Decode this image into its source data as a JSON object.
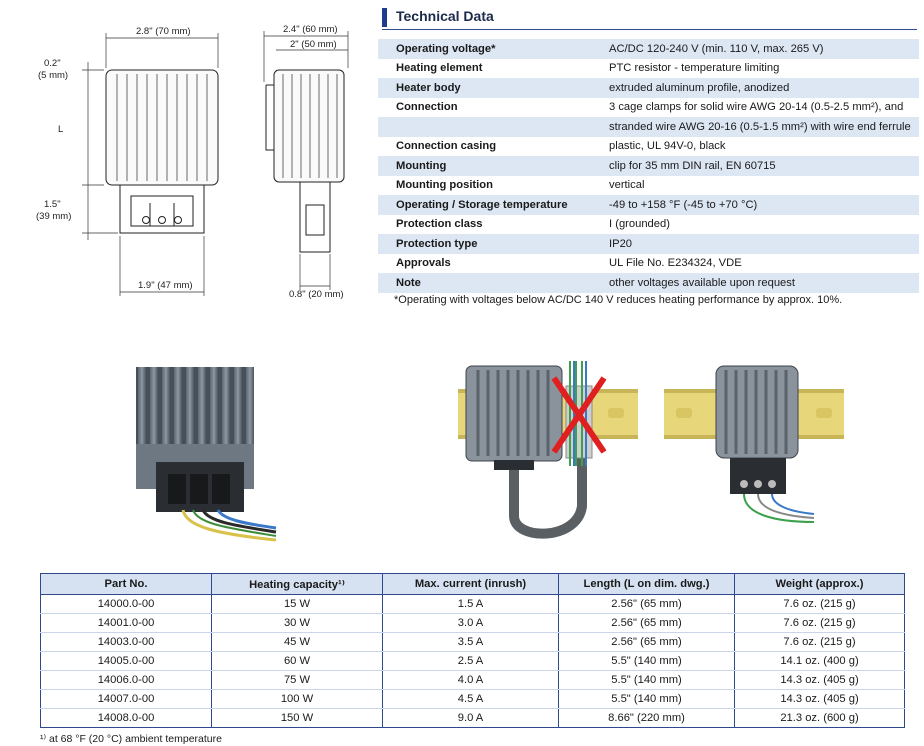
{
  "drawing": {
    "width_top": "2.8\" (70 mm)",
    "side_top": "2.4\" (60 mm)",
    "side_inner": "2\" (50 mm)",
    "offset_top_a": "0.2\"",
    "offset_top_b": "(5 mm)",
    "length_label": "L",
    "offset_bottom_a": "1.5\"",
    "offset_bottom_b": "(39 mm)",
    "width_bottom": "1.9\" (47 mm)",
    "side_bottom": "0.8\" (20 mm)"
  },
  "technical": {
    "title": "Technical Data",
    "rows": [
      {
        "label": "Operating voltage*",
        "value": "AC/DC 120-240 V (min. 110 V, max. 265 V)"
      },
      {
        "label": "Heating element",
        "value": "PTC resistor - temperature limiting"
      },
      {
        "label": "Heater body",
        "value": "extruded aluminum profile, anodized"
      },
      {
        "label": "Connection",
        "value": "3 cage clamps for solid wire AWG 20-14 (0.5-2.5 mm²), and"
      },
      {
        "label": "",
        "value": "stranded wire AWG 20-16 (0.5-1.5 mm²) with wire end ferrule"
      },
      {
        "label": "Connection casing",
        "value": "plastic, UL 94V-0, black"
      },
      {
        "label": "Mounting",
        "value": "clip for 35 mm DIN rail, EN 60715"
      },
      {
        "label": "Mounting position",
        "value": "vertical"
      },
      {
        "label": "Operating / Storage temperature",
        "value": "-49 to +158 °F (-45 to +70 °C)"
      },
      {
        "label": "Protection class",
        "value": "I (grounded)"
      },
      {
        "label": "Protection type",
        "value": "IP20"
      },
      {
        "label": "Approvals",
        "value": "UL File No. E234324, VDE"
      },
      {
        "label": "Note",
        "value": "other voltages available upon request"
      }
    ],
    "footnote": "*Operating with voltages below AC/DC 140 V reduces heating performance by approx. 10%."
  },
  "parts": {
    "headers": [
      "Part No.",
      "Heating capacity¹⁾",
      "Max. current (inrush)",
      "Length (L on dim. dwg.)",
      "Weight (approx.)"
    ],
    "rows": [
      [
        "14000.0-00",
        "15 W",
        "1.5 A",
        "2.56\" (65 mm)",
        "7.6 oz. (215 g)"
      ],
      [
        "14001.0-00",
        "30 W",
        "3.0 A",
        "2.56\" (65 mm)",
        "7.6 oz. (215 g)"
      ],
      [
        "14003.0-00",
        "45 W",
        "3.5 A",
        "2.56\" (65 mm)",
        "7.6 oz. (215 g)"
      ],
      [
        "14005.0-00",
        "60 W",
        "2.5 A",
        "5.5\" (140 mm)",
        "14.1 oz. (400 g)"
      ],
      [
        "14006.0-00",
        "75 W",
        "4.0 A",
        "5.5\" (140 mm)",
        "14.3 oz. (405 g)"
      ],
      [
        "14007.0-00",
        "100 W",
        "4.5 A",
        "5.5\" (140 mm)",
        "14.3 oz. (405 g)"
      ],
      [
        "14008.0-00",
        "150 W",
        "9.0 A",
        "8.66\" (220 mm)",
        "21.3 oz. (600 g)"
      ]
    ],
    "footnote": "¹⁾ at 68 °F (20 °C) ambient temperature"
  },
  "colors": {
    "accent_blue": "#1f3d8f",
    "row_shade": "#dde6f3",
    "header_shade": "#d6e2f2",
    "din_rail": "#e8d77a",
    "wire_blue": "#3a78c8",
    "wire_green": "#3da04a",
    "cross_red": "#e02020"
  },
  "icons": {
    "heater_product": "heater-photo",
    "wrong_mount": "wrong-mounting-illustration",
    "right_mount": "correct-mounting-illustration"
  }
}
